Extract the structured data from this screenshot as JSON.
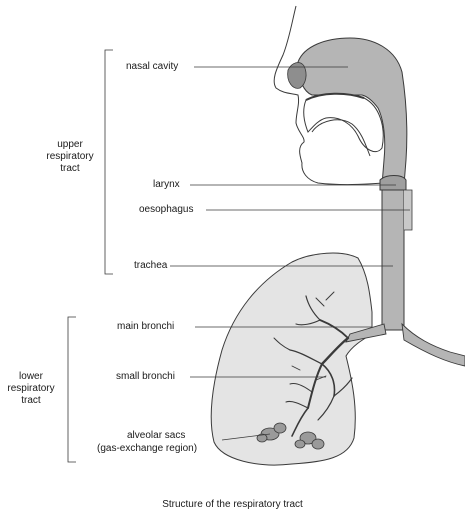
{
  "labels": {
    "nasal_cavity": "nasal cavity",
    "larynx": "larynx",
    "oesophagus": "oesophagus",
    "trachea": "trachea",
    "main_bronchi": "main bronchi",
    "small_bronchi": "small bronchi",
    "alveolar_line1": "alveolar sacs",
    "alveolar_line2": "(gas-exchange region)"
  },
  "groups": {
    "upper": [
      "upper",
      "respiratory",
      "tract"
    ],
    "lower": [
      "lower",
      "respiratory",
      "tract"
    ]
  },
  "caption": "Structure of the respiratory tract",
  "colors": {
    "airway": "#b5b5b5",
    "lung": "#e4e4e4",
    "outline": "#3a3a3a",
    "dark_nasal": "#8e8e8e"
  }
}
